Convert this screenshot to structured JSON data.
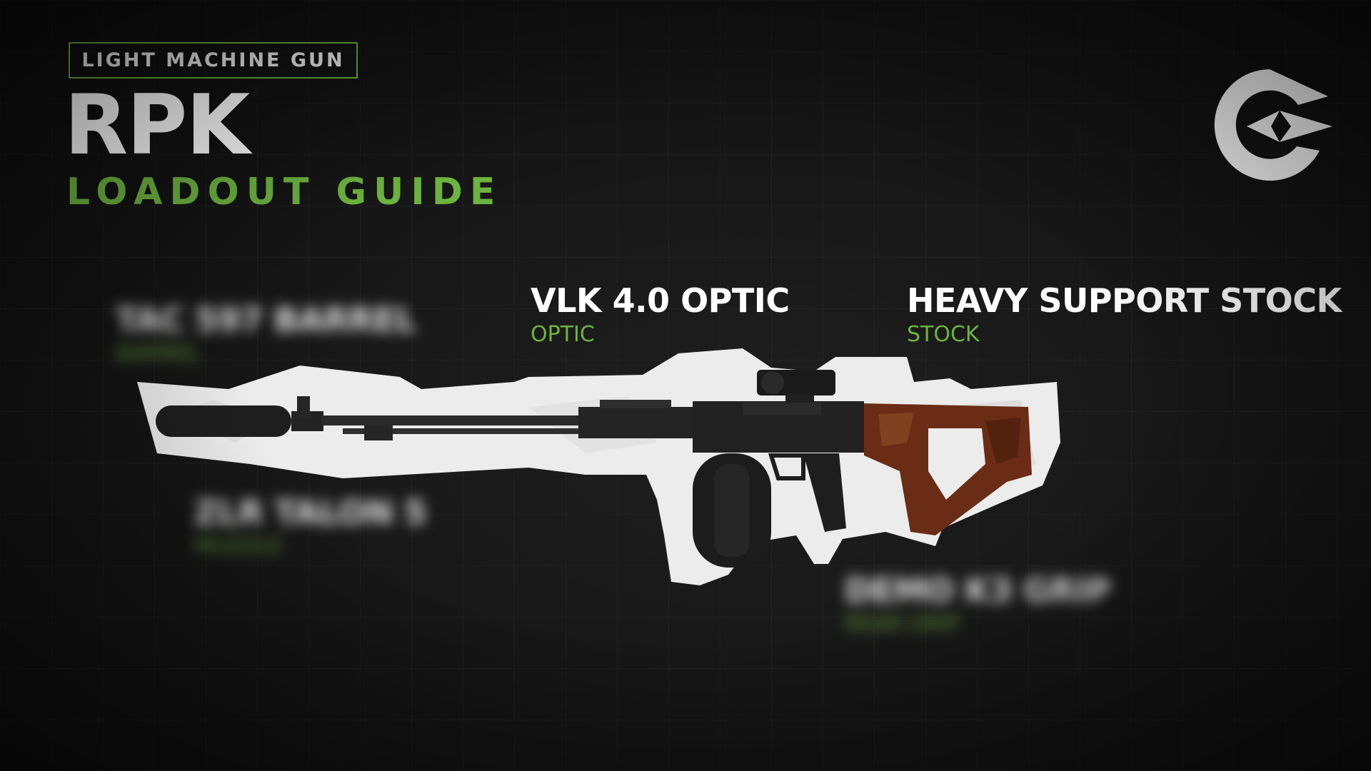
{
  "header": {
    "category": "LIGHT MACHINE GUN",
    "weapon": "RPK",
    "subtitle": "LOADOUT GUIDE"
  },
  "attachments": [
    {
      "name": "VLK 4.0 OPTIC",
      "category": "OPTIC",
      "blurred": false
    },
    {
      "name": "HEAVY SUPPORT STOCK",
      "category": "STOCK",
      "blurred": false
    },
    {
      "name": "TAC 597 BARREL",
      "category": "BARREL",
      "blurred": true
    },
    {
      "name": "ZLR TALON 5",
      "category": "MUZZLE",
      "blurred": true
    },
    {
      "name": "DEMO K3 GRIP",
      "category": "REAR GRIP",
      "blurred": true
    }
  ],
  "logo": {
    "icon": "esports-logo-icon"
  },
  "colors": {
    "accent": "#6db33f",
    "background": "#141414",
    "text": "#ffffff",
    "paper": "#eeeeee",
    "wood": "#6a2c14"
  }
}
